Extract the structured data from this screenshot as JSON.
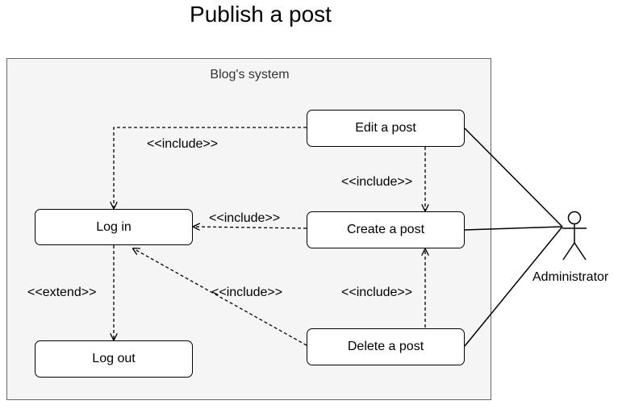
{
  "title": "Publish a post",
  "system": {
    "label": "Blog's system"
  },
  "use_cases": {
    "log_in": "Log in",
    "log_out": "Log out",
    "edit_post": "Edit a post",
    "create_post": "Create a post",
    "delete_post": "Delete a post"
  },
  "relations": {
    "edit_to_login": "<<include>>",
    "edit_to_create": "<<include>>",
    "create_to_login": "<<include>>",
    "delete_to_login": "<<include>>",
    "delete_to_create": "<<include>>",
    "login_to_logout": "<<extend>>"
  },
  "actor": {
    "name": "Administrator"
  },
  "colors": {
    "boundary_fill": "#f5f5f5",
    "boundary_stroke": "#666666",
    "line": "#000000"
  }
}
